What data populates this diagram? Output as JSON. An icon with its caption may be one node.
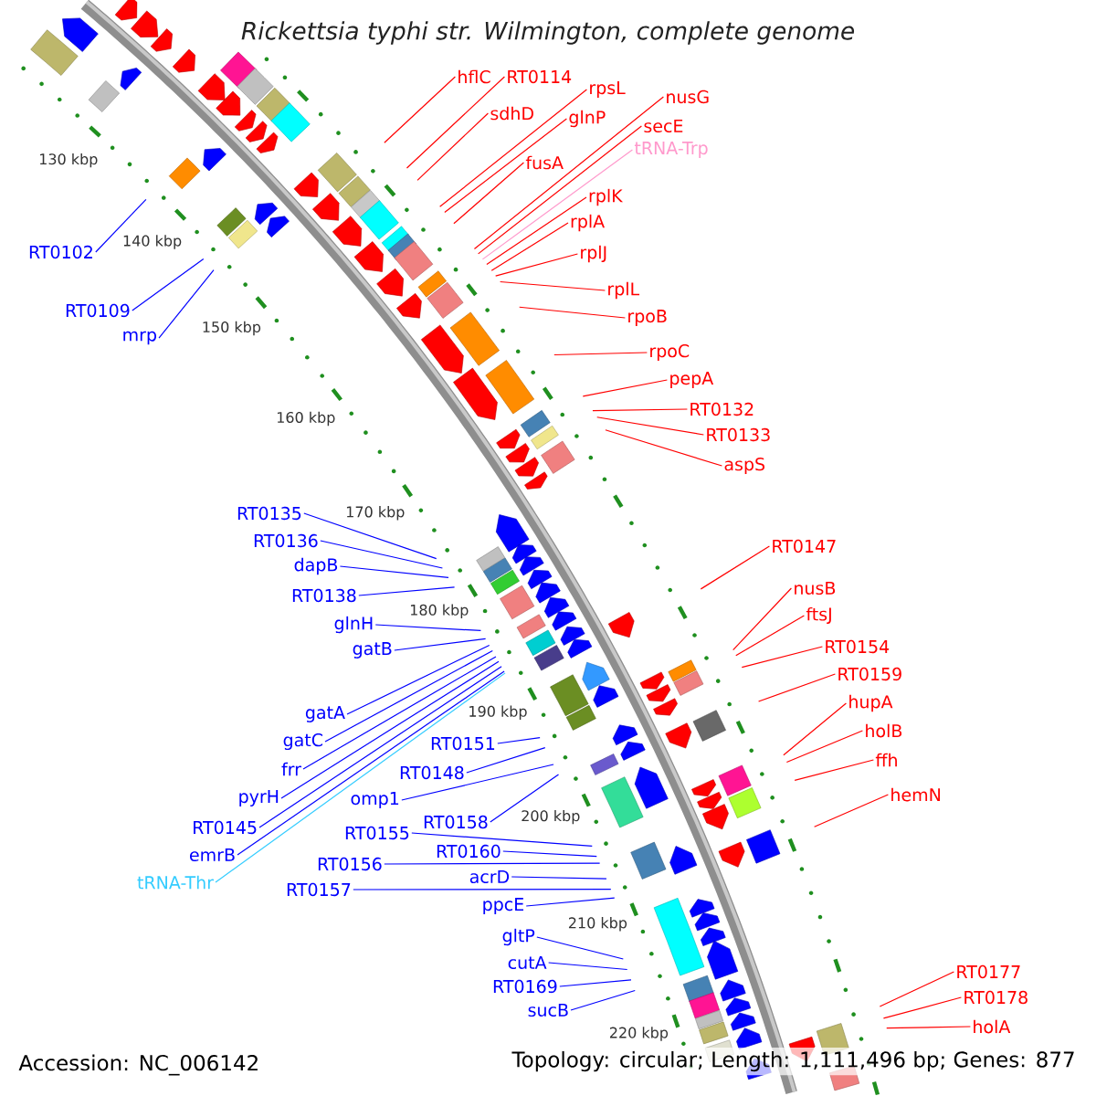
{
  "diagram": {
    "title": "Rickettsia typhi str. Wilmington, complete genome",
    "nodes": [
      {
        "text": [
          "hflC"
        ]
      },
      {
        "text": [
          "RT0114"
        ]
      },
      {
        "text": [
          "rpsL"
        ]
      },
      {
        "text": [
          "nusG"
        ]
      },
      {
        "text": [
          "sdhD"
        ]
      },
      {
        "text": [
          "glnP"
        ]
      },
      {
        "text": [
          "secE"
        ]
      },
      {
        "text": [
          "tRNA-Trp"
        ]
      },
      {
        "text": [
          "fusA"
        ]
      },
      {
        "text": [
          "rplK"
        ]
      },
      {
        "text": [
          "rplA"
        ]
      },
      {
        "text": [
          "rplJ"
        ]
      },
      {
        "text": [
          "RT0102"
        ]
      },
      {
        "text": [
          "rplL"
        ]
      },
      {
        "text": [
          "RT0109"
        ]
      },
      {
        "text": [
          "rpoB"
        ]
      },
      {
        "text": [
          "mrp"
        ]
      },
      {
        "text": [
          "rpoC"
        ]
      },
      {
        "text": [
          "pepA"
        ]
      },
      {
        "text": [
          "RT0132"
        ]
      },
      {
        "text": [
          "RT0133"
        ]
      },
      {
        "text": [
          "aspS"
        ]
      },
      {
        "text": [
          "RT0135"
        ]
      },
      {
        "text": [
          "RT0136"
        ]
      },
      {
        "text": [
          "RT0147"
        ]
      },
      {
        "text": [
          "dapB"
        ]
      },
      {
        "text": [
          "nusB"
        ]
      },
      {
        "text": [
          "RT0138"
        ]
      },
      {
        "text": [
          "ftsJ"
        ]
      },
      {
        "text": [
          "glnH"
        ]
      },
      {
        "text": [
          "RT0154"
        ]
      },
      {
        "text": [
          "gatB"
        ]
      },
      {
        "text": [
          "RT0159"
        ]
      },
      {
        "text": [
          "hupA"
        ]
      },
      {
        "text": [
          "gatA"
        ]
      },
      {
        "text": [
          "holB"
        ]
      },
      {
        "text": [
          "gatC"
        ]
      },
      {
        "text": [
          "ffh"
        ]
      },
      {
        "text": [
          "frr"
        ]
      },
      {
        "text": [
          "RT0148"
        ]
      },
      {
        "text": [
          "RT0151"
        ]
      },
      {
        "text": [
          "hemN"
        ]
      },
      {
        "text": [
          "pyrH"
        ]
      },
      {
        "text": [
          "omp1"
        ]
      },
      {
        "text": [
          "RT0145"
        ]
      },
      {
        "text": [
          "RT0158"
        ]
      },
      {
        "text": [
          "RT0155"
        ]
      },
      {
        "text": [
          "emrB"
        ]
      },
      {
        "text": [
          "RT0156"
        ]
      },
      {
        "text": [
          "RT0160"
        ]
      },
      {
        "text": [
          "tRNA-Thr"
        ]
      },
      {
        "text": [
          "RT0157"
        ]
      },
      {
        "text": [
          "acrD"
        ]
      },
      {
        "text": [
          "ppcE"
        ]
      },
      {
        "text": [
          "gltP"
        ]
      },
      {
        "text": [
          "cutA"
        ]
      },
      {
        "text": [
          "RT0177"
        ]
      },
      {
        "text": [
          "RT0169"
        ]
      },
      {
        "text": [
          "RT0178"
        ]
      },
      {
        "text": [
          "sucB"
        ]
      },
      {
        "text": [
          "holA"
        ]
      }
    ],
    "edges": [
      {
        "from": 0,
        "to": null,
        "arrow": "none",
        "color": "#ff0000"
      },
      {
        "from": 1,
        "to": null,
        "arrow": "none",
        "color": "#ff0000"
      },
      {
        "from": 2,
        "to": null,
        "arrow": "none",
        "color": "#ff0000"
      },
      {
        "from": 3,
        "to": null,
        "arrow": "none",
        "color": "#ff0000"
      },
      {
        "from": 4,
        "to": null,
        "arrow": "none",
        "color": "#ff0000"
      },
      {
        "from": 5,
        "to": null,
        "arrow": "none",
        "color": "#ff0000"
      },
      {
        "from": 6,
        "to": null,
        "arrow": "none",
        "color": "#ff0000"
      },
      {
        "from": 7,
        "to": null,
        "arrow": "none",
        "color": "#ff99cc"
      },
      {
        "from": 8,
        "to": null,
        "arrow": "none",
        "color": "#ff0000"
      },
      {
        "from": 9,
        "to": null,
        "arrow": "none",
        "color": "#ff0000"
      },
      {
        "from": 10,
        "to": null,
        "arrow": "none",
        "color": "#ff0000"
      },
      {
        "from": 11,
        "to": null,
        "arrow": "none",
        "color": "#ff0000"
      },
      {
        "from": 12,
        "to": null,
        "arrow": "none",
        "color": "#0000ff"
      },
      {
        "from": 13,
        "to": null,
        "arrow": "none",
        "color": "#ff0000"
      },
      {
        "from": 14,
        "to": null,
        "arrow": "none",
        "color": "#0000ff"
      },
      {
        "from": 15,
        "to": null,
        "arrow": "none",
        "color": "#ff0000"
      },
      {
        "from": 16,
        "to": null,
        "arrow": "none",
        "color": "#0000ff"
      },
      {
        "from": 17,
        "to": null,
        "arrow": "none",
        "color": "#ff0000"
      },
      {
        "from": 18,
        "to": null,
        "arrow": "none",
        "color": "#ff0000"
      },
      {
        "from": 19,
        "to": null,
        "arrow": "none",
        "color": "#ff0000"
      },
      {
        "from": 20,
        "to": null,
        "arrow": "none",
        "color": "#ff0000"
      },
      {
        "from": 21,
        "to": null,
        "arrow": "none",
        "color": "#ff0000"
      },
      {
        "from": 22,
        "to": null,
        "arrow": "none",
        "color": "#0000ff"
      },
      {
        "from": 23,
        "to": null,
        "arrow": "none",
        "color": "#0000ff"
      },
      {
        "from": 24,
        "to": null,
        "arrow": "none",
        "color": "#ff0000"
      },
      {
        "from": 25,
        "to": null,
        "arrow": "none",
        "color": "#0000ff"
      },
      {
        "from": 26,
        "to": null,
        "arrow": "none",
        "color": "#ff0000"
      },
      {
        "from": 27,
        "to": null,
        "arrow": "none",
        "color": "#0000ff"
      },
      {
        "from": 28,
        "to": null,
        "arrow": "none",
        "color": "#ff0000"
      },
      {
        "from": 29,
        "to": null,
        "arrow": "none",
        "color": "#0000ff"
      },
      {
        "from": 30,
        "to": null,
        "arrow": "none",
        "color": "#ff0000"
      },
      {
        "from": 31,
        "to": null,
        "arrow": "none",
        "color": "#0000ff"
      },
      {
        "from": 32,
        "to": null,
        "arrow": "none",
        "color": "#ff0000"
      },
      {
        "from": 33,
        "to": null,
        "arrow": "none",
        "color": "#ff0000"
      },
      {
        "from": 34,
        "to": null,
        "arrow": "none",
        "color": "#0000ff"
      },
      {
        "from": 35,
        "to": null,
        "arrow": "none",
        "color": "#ff0000"
      },
      {
        "from": 36,
        "to": null,
        "arrow": "none",
        "color": "#0000ff"
      },
      {
        "from": 37,
        "to": null,
        "arrow": "none",
        "color": "#ff0000"
      },
      {
        "from": 38,
        "to": null,
        "arrow": "none",
        "color": "#0000ff"
      },
      {
        "from": 39,
        "to": null,
        "arrow": "none",
        "color": "#0000ff"
      },
      {
        "from": 40,
        "to": null,
        "arrow": "none",
        "color": "#0000ff"
      },
      {
        "from": 41,
        "to": null,
        "arrow": "none",
        "color": "#ff0000"
      },
      {
        "from": 42,
        "to": null,
        "arrow": "none",
        "color": "#0000ff"
      },
      {
        "from": 43,
        "to": null,
        "arrow": "none",
        "color": "#0000ff"
      },
      {
        "from": 44,
        "to": null,
        "arrow": "none",
        "color": "#0000ff"
      },
      {
        "from": 45,
        "to": null,
        "arrow": "none",
        "color": "#0000ff"
      },
      {
        "from": 46,
        "to": null,
        "arrow": "none",
        "color": "#0000ff"
      },
      {
        "from": 47,
        "to": null,
        "arrow": "none",
        "color": "#0000ff"
      },
      {
        "from": 48,
        "to": null,
        "arrow": "none",
        "color": "#0000ff"
      },
      {
        "from": 49,
        "to": null,
        "arrow": "none",
        "color": "#0000ff"
      },
      {
        "from": 50,
        "to": null,
        "arrow": "none",
        "color": "#33ccff"
      },
      {
        "from": 51,
        "to": null,
        "arrow": "none",
        "color": "#0000ff"
      },
      {
        "from": 52,
        "to": null,
        "arrow": "none",
        "color": "#0000ff"
      },
      {
        "from": 53,
        "to": null,
        "arrow": "none",
        "color": "#0000ff"
      },
      {
        "from": 54,
        "to": null,
        "arrow": "none",
        "color": "#0000ff"
      },
      {
        "from": 55,
        "to": null,
        "arrow": "none",
        "color": "#0000ff"
      },
      {
        "from": 56,
        "to": null,
        "arrow": "none",
        "color": "#ff0000"
      },
      {
        "from": 57,
        "to": null,
        "arrow": "none",
        "color": "#0000ff"
      },
      {
        "from": 58,
        "to": null,
        "arrow": "none",
        "color": "#ff0000"
      },
      {
        "from": 59,
        "to": null,
        "arrow": "none",
        "color": "#0000ff"
      },
      {
        "from": 60,
        "to": null,
        "arrow": "none",
        "color": "#ff0000"
      }
    ],
    "labels": [
      "130 kbp",
      "140 kbp",
      "150 kbp",
      "160 kbp",
      "170 kbp",
      "180 kbp",
      "190 kbp",
      "200 kbp",
      "210 kbp",
      "220 kbp",
      "Accession: NC_006142",
      "Topology: circular; Length: 1,111,496 bp; Genes: 877"
    ]
  }
}
